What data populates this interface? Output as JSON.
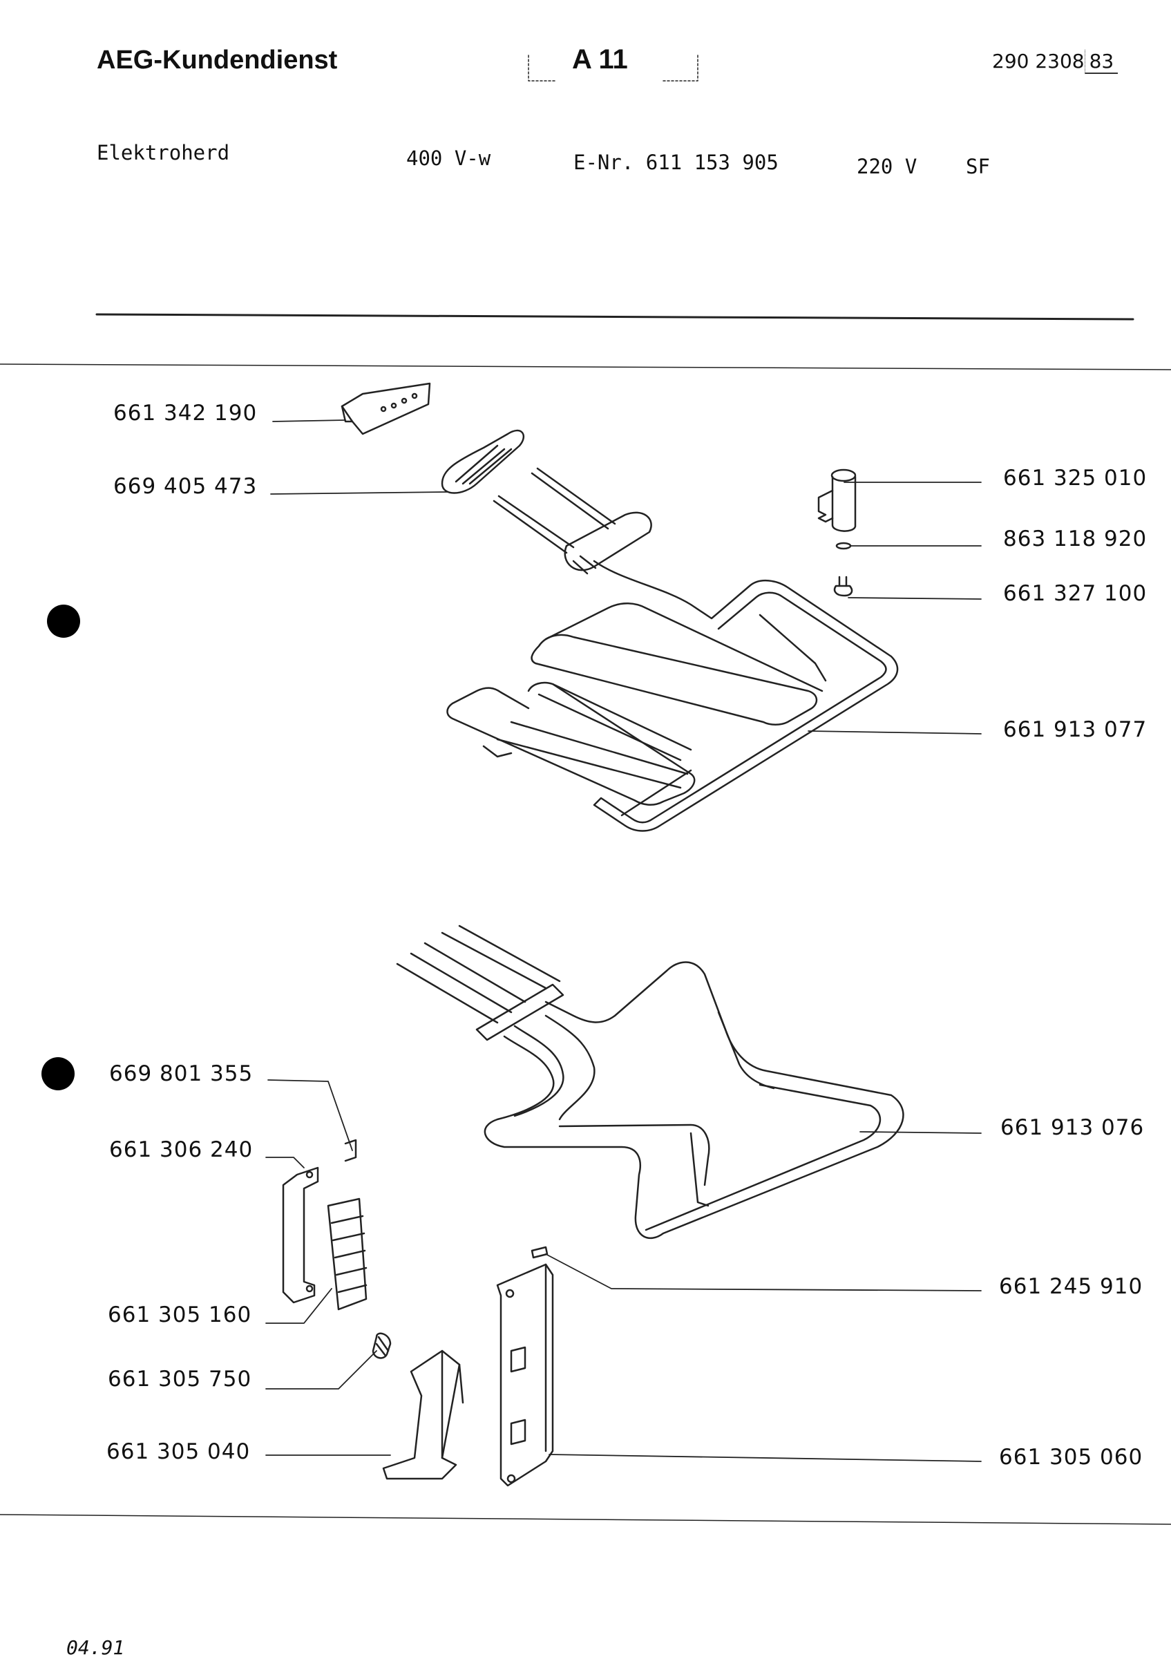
{
  "header": {
    "brand": "AEG-Kundendienst",
    "code": "A 11",
    "doc_number": "290 2308",
    "doc_suffix": "83"
  },
  "meta": {
    "product": "Elektroherd",
    "voltage_main": "400 V-w",
    "e_number": "E-Nr. 611 153 905",
    "voltage_alt": "220 V",
    "variant": "SF"
  },
  "parts_upper": [
    {
      "number": "661 342 190"
    },
    {
      "number": "669 405 473"
    },
    {
      "number": "661 325 010"
    },
    {
      "number": "863 118 920"
    },
    {
      "number": "661 327 100"
    },
    {
      "number": "661 913 077"
    }
  ],
  "parts_lower": [
    {
      "number": "669 801 355"
    },
    {
      "number": "661 306 240"
    },
    {
      "number": "661 305 160"
    },
    {
      "number": "661 305 750"
    },
    {
      "number": "661 305 040"
    },
    {
      "number": "661 913 076"
    },
    {
      "number": "661 245 910"
    },
    {
      "number": "661 305 060"
    }
  ],
  "footer": {
    "date": "04.91"
  }
}
